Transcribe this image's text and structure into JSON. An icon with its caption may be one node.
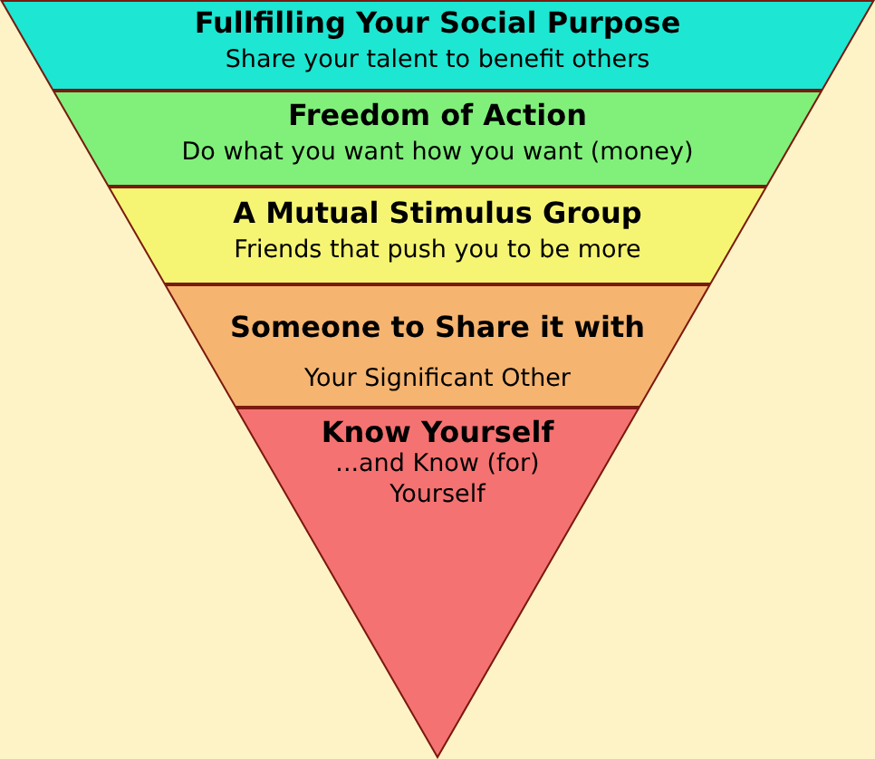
{
  "diagram": {
    "nodes": [
      {
        "text": [
          "Fullfilling Your Social Purpose",
          "Share your talent to benefit others"
        ]
      },
      {
        "text": [
          "Freedom of Action",
          "Do what you want how you want (money)"
        ]
      },
      {
        "text": [
          "A Mutual Stimulus Group",
          "Friends that push you to be more"
        ]
      },
      {
        "text": [
          "Someone to Share it with",
          "Your Significant Other"
        ]
      },
      {
        "text": [
          "Know Yourself",
          "...and Know (for) Yourself"
        ]
      }
    ]
  }
}
